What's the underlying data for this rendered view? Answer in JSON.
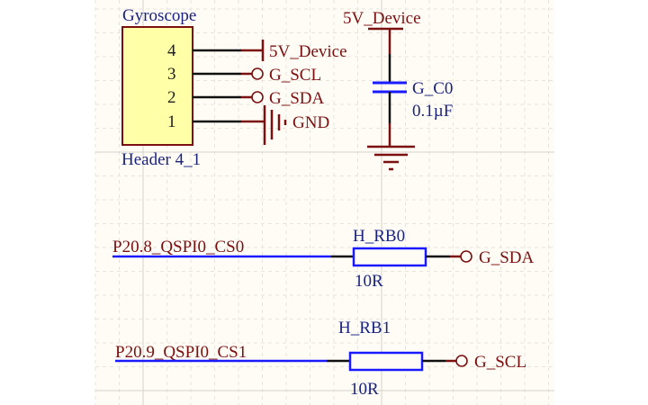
{
  "schematic": {
    "header": {
      "designator": "Gyroscope",
      "comment": "Header 4_1",
      "pins": [
        {
          "number": "4",
          "net": "5V_Device",
          "symbol": "power-bar"
        },
        {
          "number": "3",
          "net": "G_SCL",
          "symbol": "port-circle"
        },
        {
          "number": "2",
          "net": "G_SDA",
          "symbol": "port-circle"
        },
        {
          "number": "1",
          "net": "GND",
          "symbol": "ground"
        }
      ]
    },
    "capacitor": {
      "power_net": "5V_Device",
      "designator": "G_C0",
      "value": "0.1µF",
      "ground_net": "GND"
    },
    "resistors": [
      {
        "net_in": "P20.8_QSPI0_CS0",
        "designator": "H_RB0",
        "value": "10R",
        "net_out": "G_SDA"
      },
      {
        "net_in": "P20.9_QSPI0_CS1",
        "designator": "H_RB1",
        "value": "10R",
        "net_out": "G_SCL"
      }
    ],
    "colors": {
      "sheet": "#fffcf6",
      "component_text": "#1a237e",
      "net_text": "#7a1010",
      "bus_wire": "#1a1aff",
      "header_fill": "#ffffa8"
    }
  }
}
